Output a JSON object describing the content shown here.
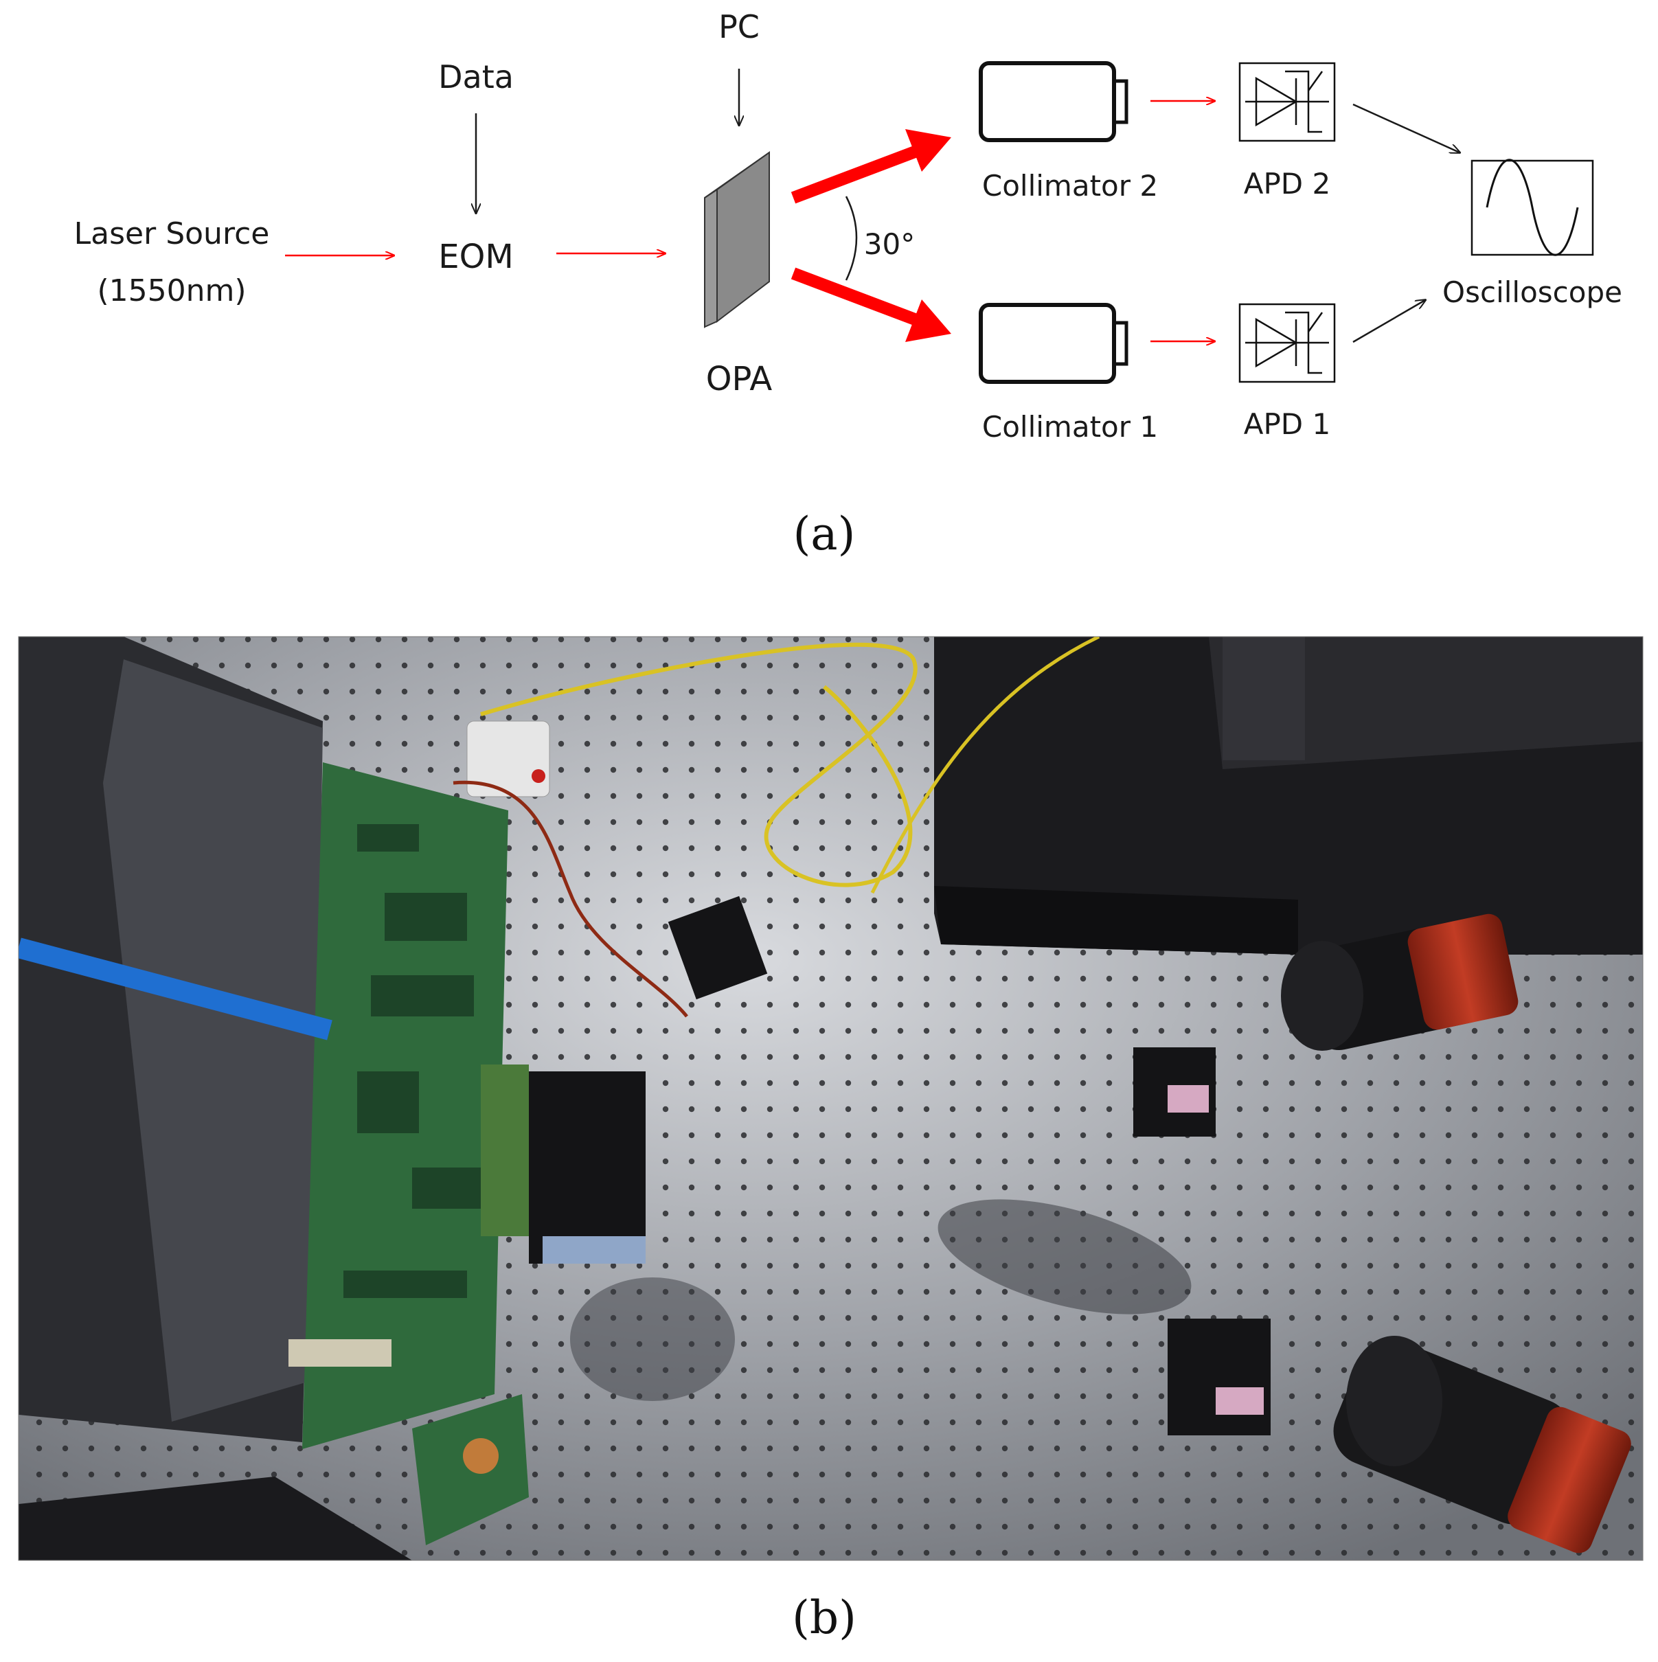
{
  "diagram": {
    "labels": {
      "data": "Data",
      "pc": "PC",
      "laser_line1": "Laser Source",
      "laser_line2": "(1550nm)",
      "eom": "EOM",
      "opa": "OPA",
      "angle": "30°",
      "collimator2": "Collimator 2",
      "collimator1": "Collimator 1",
      "apd2": "APD 2",
      "apd1": "APD 1",
      "oscilloscope": "Oscilloscope"
    },
    "colors": {
      "beam": "#ff0000",
      "line": "#1a1a1a",
      "opa_face": "#8a8a8a",
      "opa_edge": "#5e5e5e"
    }
  },
  "captions": {
    "a": "(a)",
    "b": "(b)"
  },
  "photo": {
    "colors": {
      "table": "#8e9096",
      "table_light": "#c9cbd0",
      "pcb": "#2f6a3c",
      "instrument": "#1c1c1f",
      "accent_red": "#b4331f"
    }
  }
}
